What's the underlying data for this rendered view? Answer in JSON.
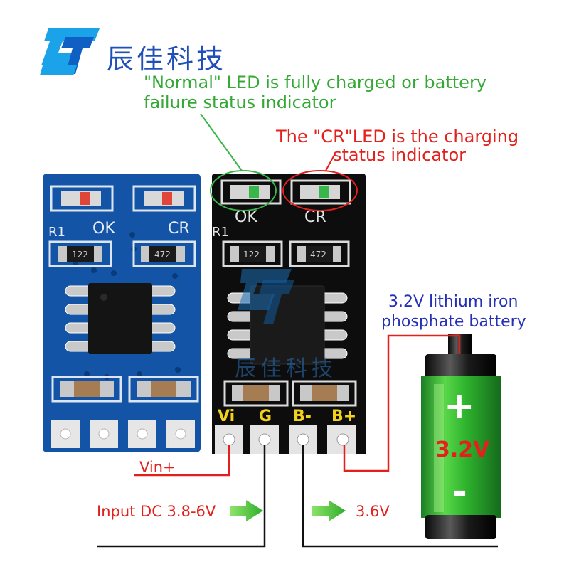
{
  "brand": {
    "name": "辰佳科技",
    "logo": "cj-logo",
    "watermark": "辰佳科技"
  },
  "annotations": {
    "normal_led_line1": "\"Normal\" LED is fully charged or battery",
    "normal_led_line2": "failure status indicator",
    "cr_led_line1": "The \"CR\"LED is the charging",
    "cr_led_line2": "status indicator",
    "battery_line1": "3.2V lithium iron",
    "battery_line2": "phosphate battery"
  },
  "blue_board": {
    "led_labels": [
      "OK",
      "CR"
    ],
    "r_label": "R1",
    "resistor_codes": [
      "122",
      "472"
    ]
  },
  "black_board": {
    "led_labels": [
      "OK",
      "CR"
    ],
    "r_label": "R1",
    "resistor_codes": [
      "122",
      "472"
    ],
    "pins": [
      "Vi",
      "G",
      "B-",
      "B+"
    ]
  },
  "battery": {
    "plus": "+",
    "voltage": "3.2V",
    "minus": "-"
  },
  "wires": {
    "vin_label": "Vin+",
    "input_label": "Input DC 3.8-6V",
    "output_label": "3.6V"
  },
  "colors": {
    "green_text": "#35a936",
    "red_text": "#e3201b",
    "blue_text": "#2430b8",
    "blue_pcb": "#1454a6",
    "black_pcb": "#0d0d0d",
    "pin_label_yellow": "#f2d21a",
    "battery_green": "#3fc43c"
  }
}
